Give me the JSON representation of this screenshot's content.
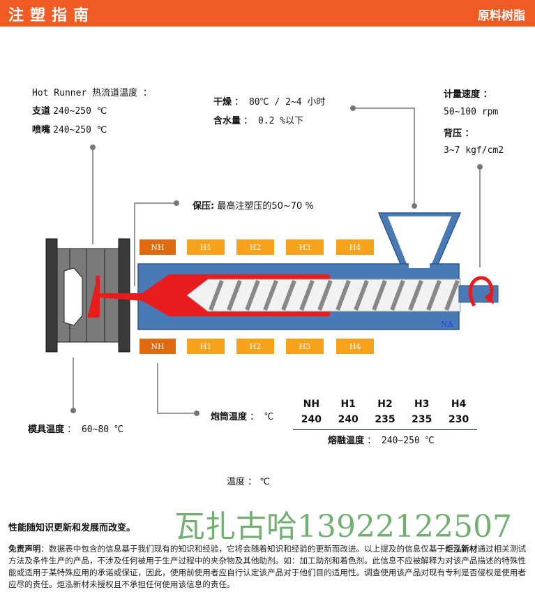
{
  "header": {
    "title": "注塑指南",
    "category": "原料树脂"
  },
  "hot_runner": {
    "title": "Hot Runner 热流道温度 ：",
    "sprue_label": "支道",
    "sprue_value": "240~250 ℃",
    "nozzle_label": "喷嘴",
    "nozzle_value": "240~250 ℃"
  },
  "drying": {
    "dry_label": "干燥",
    "dry_value": "： 80℃ / 2~4 小时",
    "moisture_label": "含水量",
    "moisture_value": "： 0.2 %以下"
  },
  "metering": {
    "speed_label": "计量速度 ：",
    "speed_value": "50~100 rpm",
    "back_label": "背压 ：",
    "back_value": "3~7 kgf/cm2"
  },
  "holding": {
    "label": "保压:",
    "value": "最高注塑压的50~70 %"
  },
  "heaters_top": [
    "NH",
    "H1",
    "H2",
    "H3",
    "H4"
  ],
  "heaters_bottom": [
    "NH",
    "H1",
    "H2",
    "H3",
    "H4"
  ],
  "na_label": "NA",
  "mold": {
    "label": "模具温度",
    "value": "： 60~80 ℃"
  },
  "barrel": {
    "label": "炮筒温度",
    "value": "：  ℃"
  },
  "temp_table": {
    "headers": [
      "NH",
      "H1",
      "H2",
      "H3",
      "H4"
    ],
    "values": [
      "240",
      "240",
      "235",
      "235",
      "230"
    ]
  },
  "melt": {
    "label": "熔融温度",
    "value": "： 240~250 ℃"
  },
  "temp_line": "温度 ：  ℃",
  "notice": "性能随知识更新和发展而改变。",
  "watermark": "瓦扎古哈13922122507",
  "disclaimer": {
    "title": "免责声明",
    "p1": "：数据表中包含的信息基于我们现有的知识和经验，它将会随着知识和经验的更新而改进。以上提及的信息仅基于",
    "company": "炬泓新材",
    "p2": "通过相关测试方法及条件生产的产品，不涉及任何被用于生产过程中的夹杂物及其他助剂。如：加工助剂和着色剂。此信息不应被解释为对该产品描述的特殊性能或适用于某特殊应用的承诺或保证，因此，使用前使用者应自行认定该产品对于他们目的适用性。调查使用该产品对现有专利是否侵权是使用者应尽的责任。炬泓新材未授权且不承担任何使用该信息的责任。"
  },
  "colors": {
    "header": "#f05a23",
    "barrel": "#4a7ab5",
    "melt": "#e81c1c",
    "heater_nh": "#e06a10",
    "heater": "#f7a21b",
    "mold": "#3a3a3a"
  }
}
